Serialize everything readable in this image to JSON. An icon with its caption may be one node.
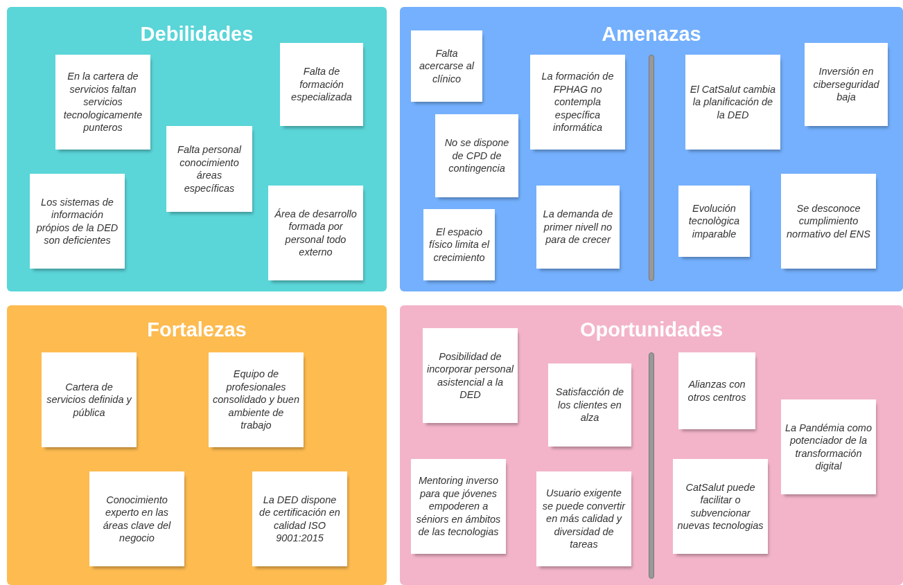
{
  "diagram": {
    "nodes": [
      {
        "text": [
          "Debilidades"
        ]
      },
      {
        "text": [
          "En la cartera de servicios faltan servicios tecnologicamente punteros"
        ],
        "in": 0
      },
      {
        "text": [
          "Falta de formación especializada"
        ],
        "in": 0
      },
      {
        "text": [
          "Falta personal conocimiento áreas específicas"
        ],
        "in": 0
      },
      {
        "text": [
          "Los sistemas de información própios de la DED son deficientes"
        ],
        "in": 0
      },
      {
        "text": [
          "Área de desarrollo formada por personal todo externo"
        ],
        "in": 0
      },
      {
        "text": [
          "Amenazas"
        ]
      },
      {
        "text": [
          "Falta acercarse al clínico"
        ],
        "in": 6
      },
      {
        "text": [
          "La formación de FPHAG no contempla específica informática"
        ],
        "in": 6
      },
      {
        "text": [
          "El CatSalut cambia la planificación de la DED"
        ],
        "in": 6
      },
      {
        "text": [
          "Inversión en ciberseguridad baja"
        ],
        "in": 6
      },
      {
        "text": [
          "No se dispone de CPD de contingencia"
        ],
        "in": 6
      },
      {
        "text": [
          "El espacio físico limita el crecimiento"
        ],
        "in": 6
      },
      {
        "text": [
          "La demanda de primer nivell no para de crecer"
        ],
        "in": 6
      },
      {
        "text": [
          "Evolución tecnològica imparable"
        ],
        "in": 6
      },
      {
        "text": [
          "Se desconoce cumplimiento normativo del ENS"
        ],
        "in": 6
      },
      {
        "text": [
          "Fortalezas"
        ]
      },
      {
        "text": [
          "Cartera de servicios definida y pública"
        ],
        "in": 16
      },
      {
        "text": [
          "Equipo de profesionales consolidado y buen ambiente de trabajo"
        ],
        "in": 16
      },
      {
        "text": [
          "Conocimiento experto en las áreas clave del negocio"
        ],
        "in": 16
      },
      {
        "text": [
          "La DED dispone de certificación en calidad ISO 9001:2015"
        ],
        "in": 16
      },
      {
        "text": [
          "Oportunidades"
        ]
      },
      {
        "text": [
          "Posibilidad de incorporar personal asistencial a la DED"
        ],
        "in": 21
      },
      {
        "text": [
          "Satisfacción de los clientes en alza"
        ],
        "in": 21
      },
      {
        "text": [
          "Alianzas con otros centros"
        ],
        "in": 21
      },
      {
        "text": [
          "La Pandémia como potenciador de la transformación digital"
        ],
        "in": 21
      },
      {
        "text": [
          "Mentoring inverso para que jóvenes empoderen a séniors en ámbitos de las tecnologias"
        ],
        "in": 21
      },
      {
        "text": [
          "Usuario exigente se puede convertir en más calidad y diversidad de tareas"
        ],
        "in": 21
      },
      {
        "text": [
          "CatSalut puede facilitar o subvencionar nuevas tecnologias"
        ],
        "in": 21
      }
    ]
  }
}
